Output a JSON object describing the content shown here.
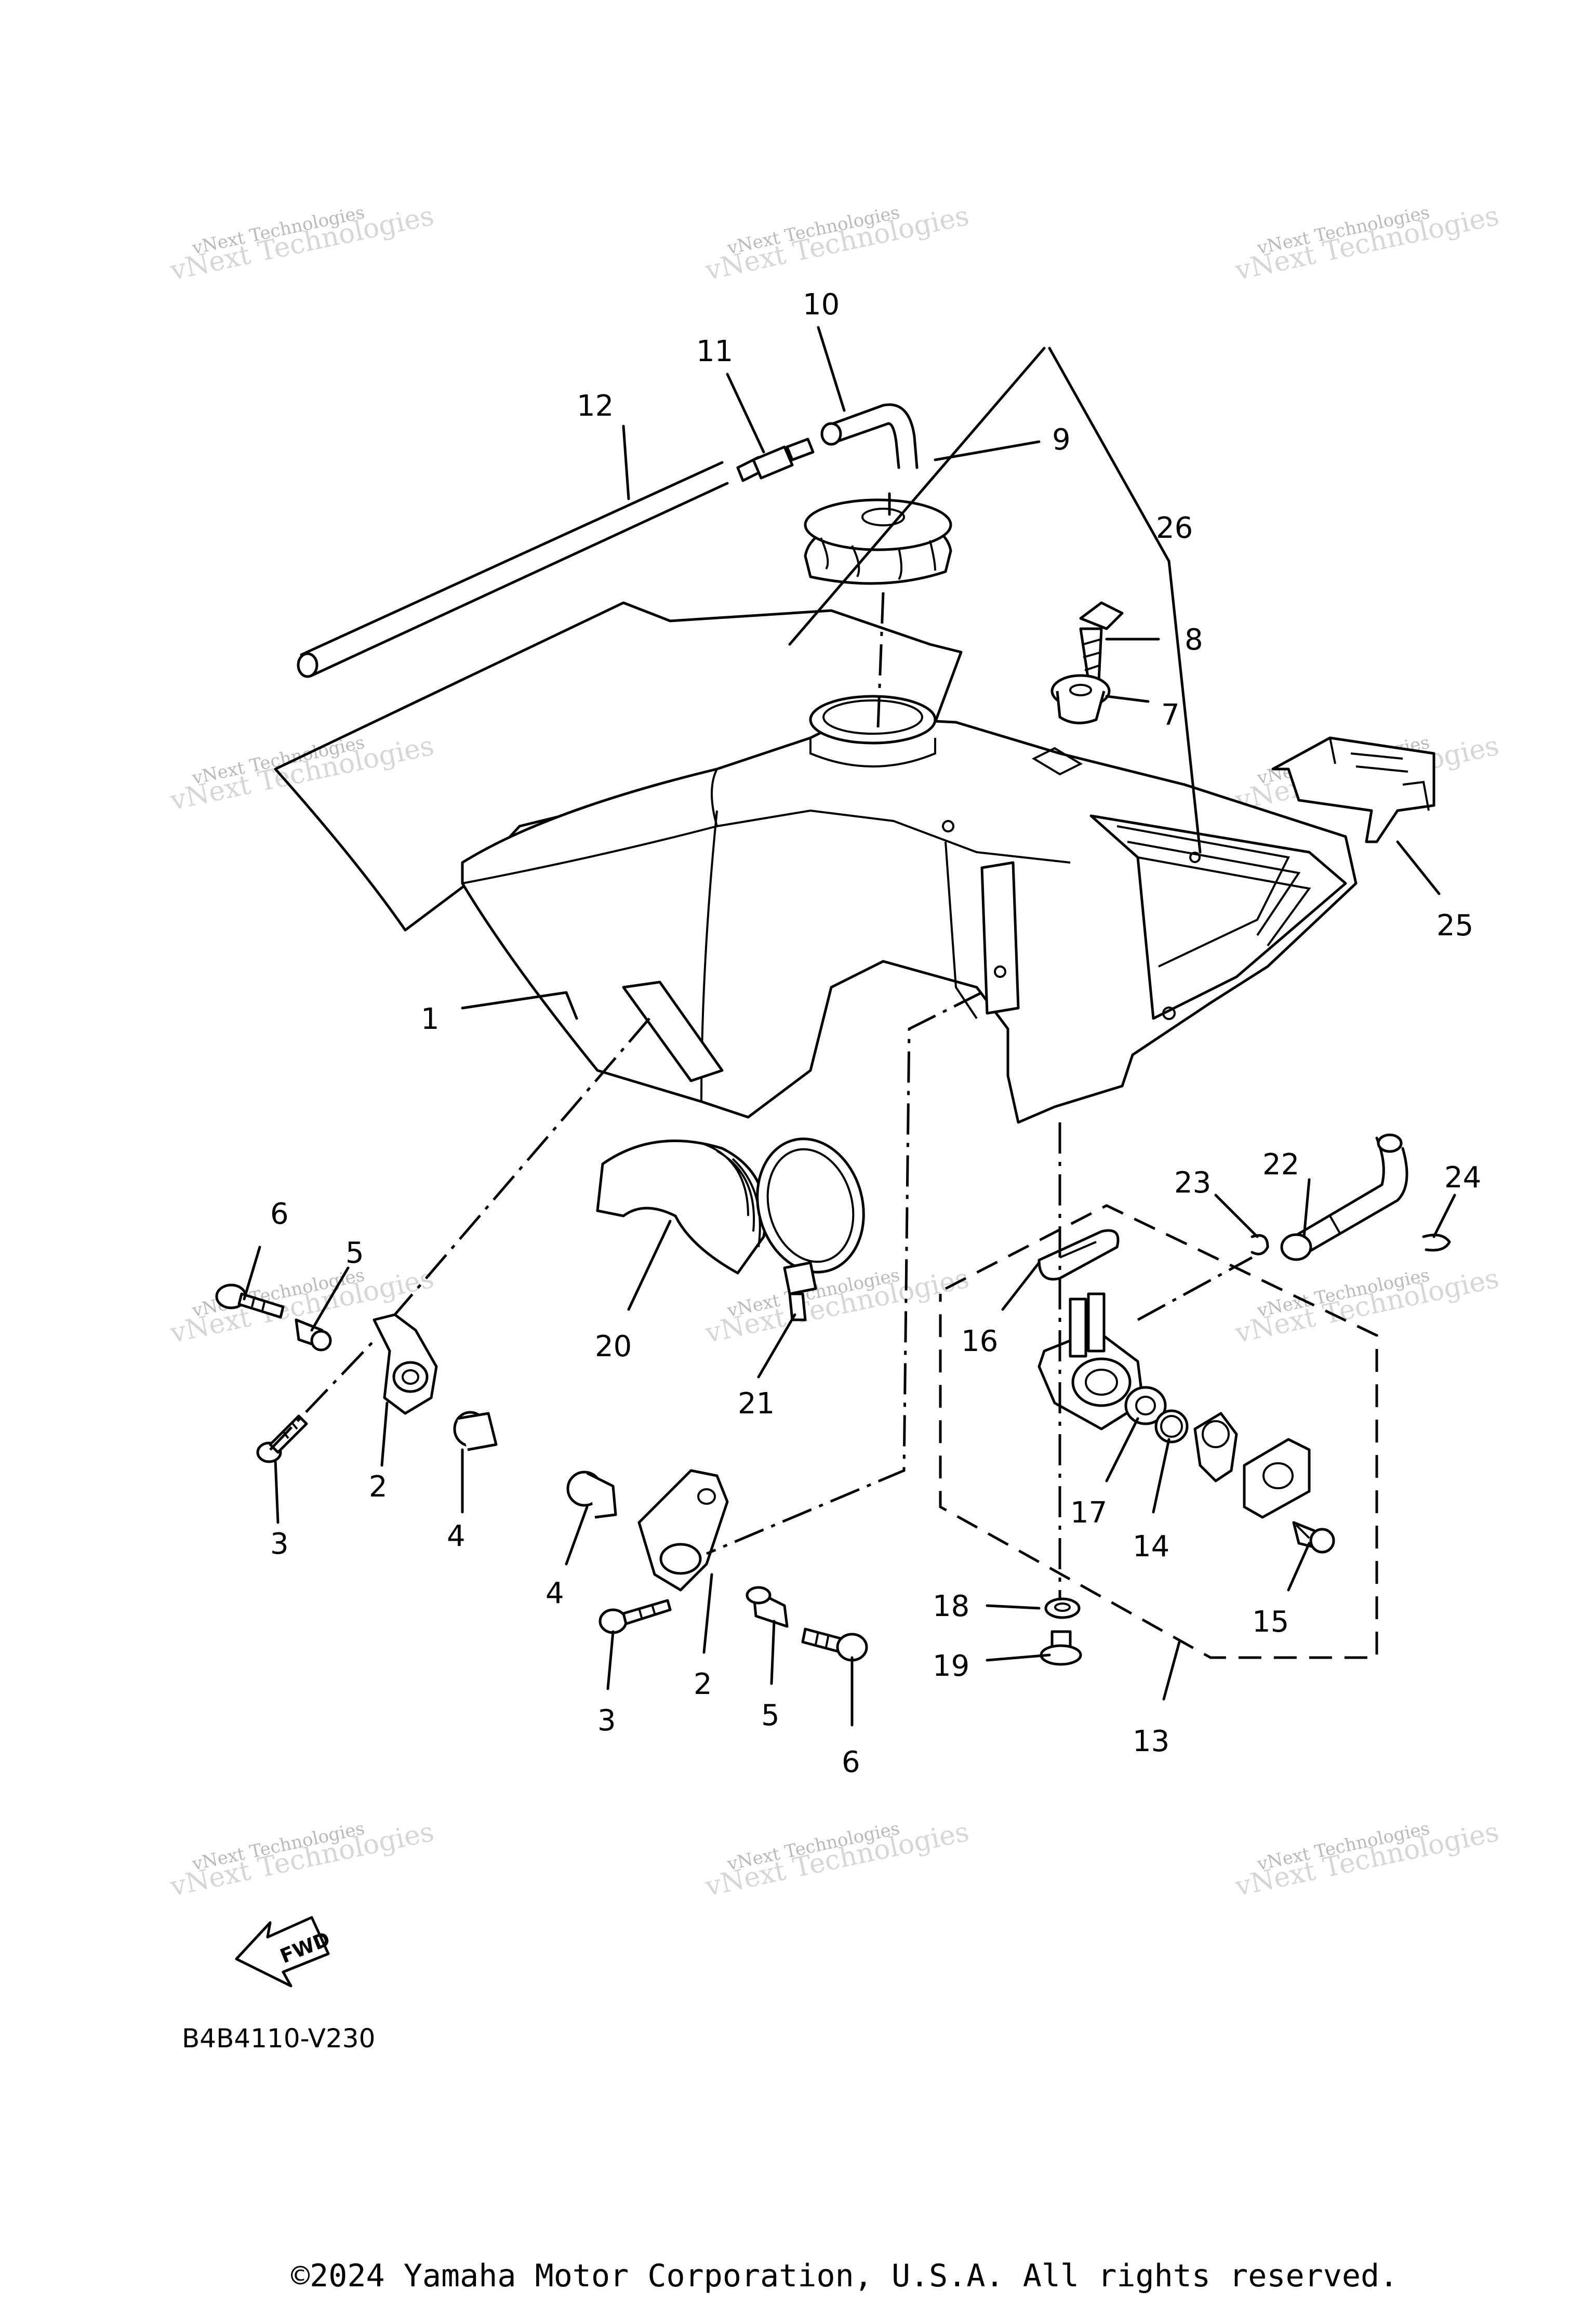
{
  "diagram": {
    "callouts": [
      "1",
      "2",
      "2",
      "3",
      "3",
      "4",
      "4",
      "5",
      "5",
      "6",
      "6",
      "7",
      "8",
      "9",
      "10",
      "11",
      "12",
      "13",
      "14",
      "15",
      "16",
      "17",
      "18",
      "19",
      "20",
      "21",
      "22",
      "23",
      "24",
      "25",
      "26"
    ],
    "diagram_code": "B4B4110-V230",
    "forward_marker": "FWD",
    "watermark": {
      "line1": "vNext Technologies",
      "line2": "vNext Technologies"
    }
  },
  "copyright": "©2024 Yamaha Motor Corporation, U.S.A. All rights reserved."
}
